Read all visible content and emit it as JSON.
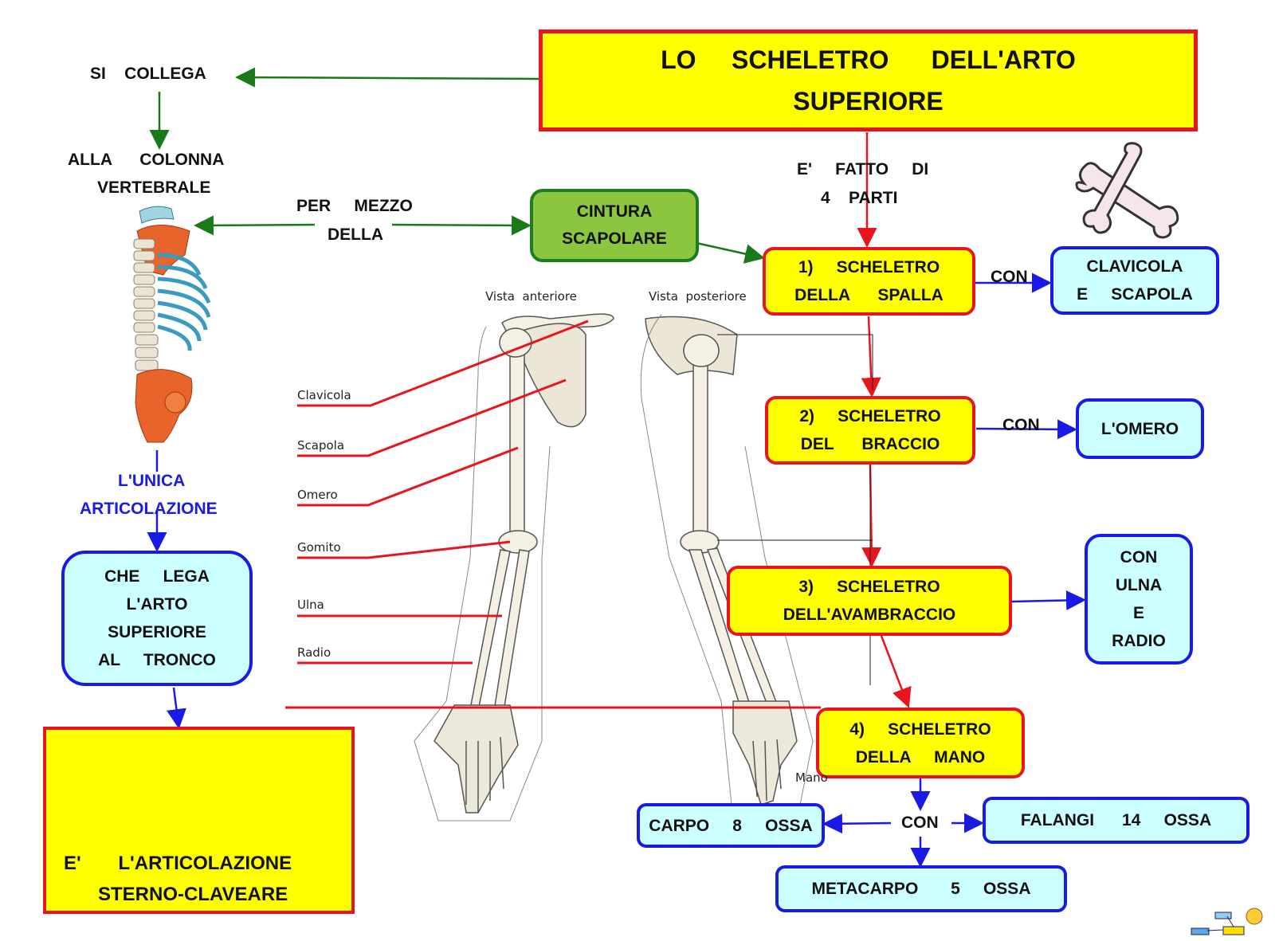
{
  "title": {
    "line1": "LO     SCHELETRO      DELL'ARTO",
    "line2": "SUPERIORE"
  },
  "left": {
    "si_collega": "SI    COLLEGA",
    "alla_colonna": "ALLA      COLONNA",
    "vertebrale": "VERTEBRALE",
    "per_mezzo": "PER     MEZZO",
    "della": "DELLA",
    "unica": "L'UNICA",
    "articolazione": "ARTICOLAZIONE",
    "lega_box": {
      "line1": "CHE     LEGA",
      "line2": "L'ARTO",
      "line3": "SUPERIORE",
      "line4": "AL     TRONCO"
    },
    "sterno_box": {
      "line1": "E'       L'ARTICOLAZIONE",
      "line2": "STERNO-CLAVEARE"
    }
  },
  "cintura": {
    "line1": "CINTURA",
    "line2": "SCAPOLARE"
  },
  "fatto_di": {
    "line1": "E'     FATTO     DI",
    "line2": "4    PARTI"
  },
  "parts": {
    "p1": {
      "line1": "1)     SCHELETRO",
      "line2": "DELLA      SPALLA"
    },
    "p2": {
      "line1": "2)     SCHELETRO",
      "line2": "DEL      BRACCIO"
    },
    "p3": {
      "line1": "3)     SCHELETRO",
      "line2": "DELL'AVAMBRACCIO"
    },
    "p4": {
      "line1": "4)     SCHELETRO",
      "line2": "DELLA     MANO"
    }
  },
  "con": {
    "c1": "CON",
    "c2": "CON",
    "c4": "CON"
  },
  "results": {
    "clavicola": {
      "line1": "CLAVICOLA",
      "line2": "E     SCAPOLA"
    },
    "omero": "L'OMERO",
    "ulna_radio": {
      "line1": "CON",
      "line2": "ULNA",
      "line3": "E",
      "line4": "RADIO"
    },
    "carpo": "CARPO     8     OSSA",
    "falangi": "FALANGI      14     OSSA",
    "metacarpo": "METACARPO       5     OSSA"
  },
  "figure": {
    "vista_anteriore": "Vista  anteriore",
    "vista_posteriore": "Vista  posteriore",
    "labels": [
      "Clavicola",
      "Scapola",
      "Omero",
      "Gomito",
      "Ulna",
      "Radio"
    ],
    "mano": "Mano"
  },
  "colors": {
    "yellow": "#ffff00",
    "red_border": "#e8141e",
    "cyan": "#ccffff",
    "blue_border": "#1a1ae6",
    "green": "#8cc63f",
    "green_border": "#1e7d1e",
    "arrow_green": "#1a7a1a",
    "arrow_red": "#e8141e",
    "arrow_blue": "#1a1ae6"
  }
}
